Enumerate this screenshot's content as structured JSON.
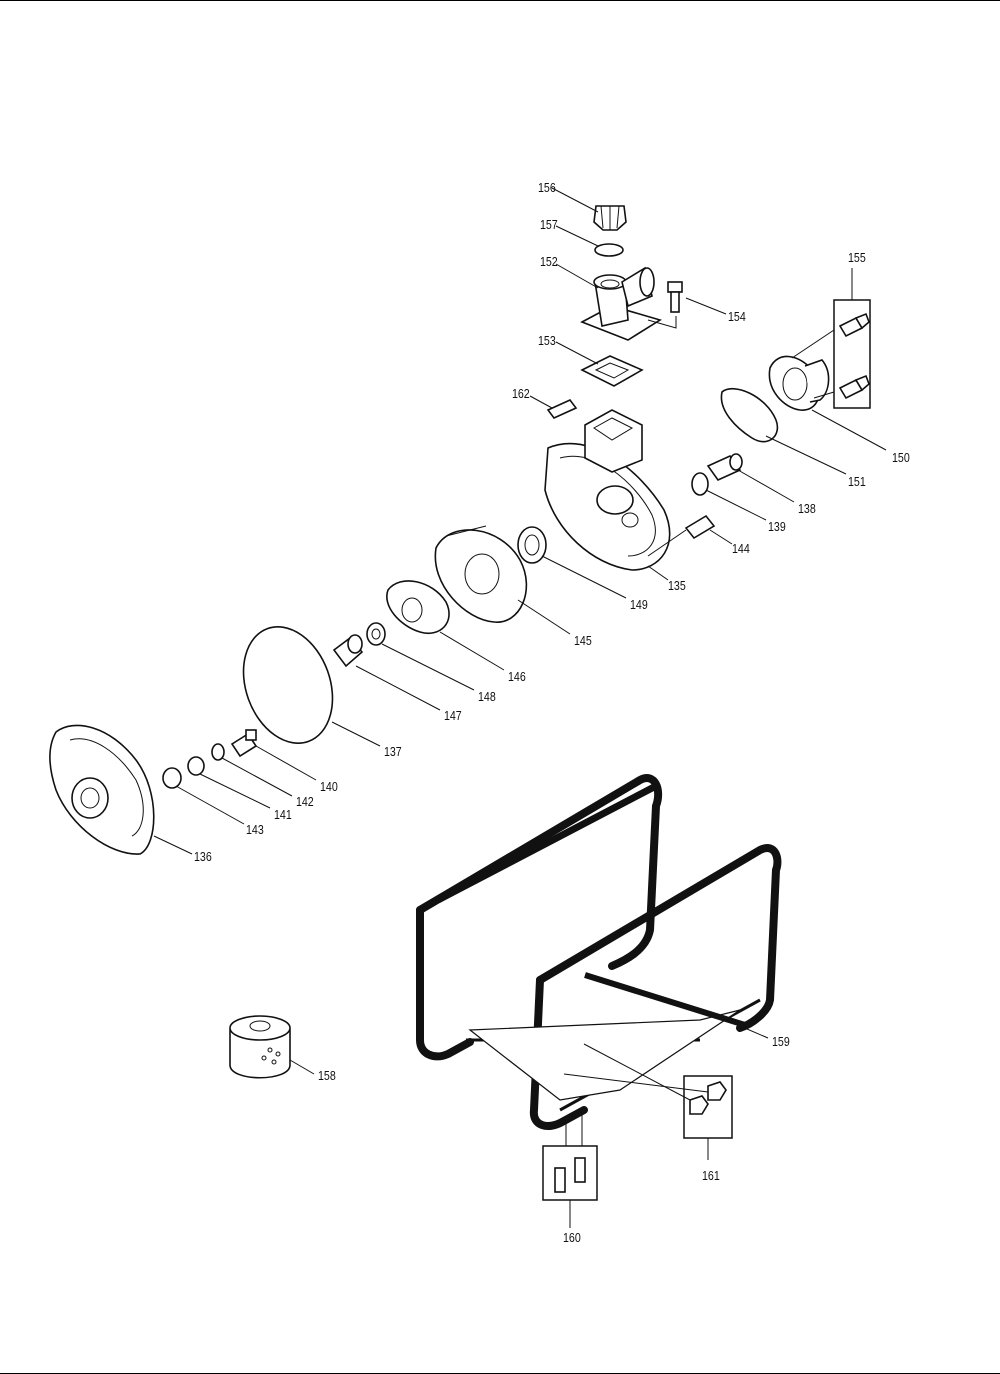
{
  "diagram": {
    "callouts": [
      "156",
      "157",
      "152",
      "154",
      "153",
      "162",
      "155",
      "150",
      "151",
      "138",
      "139",
      "144",
      "135",
      "149",
      "145",
      "146",
      "148",
      "147",
      "137",
      "140",
      "142",
      "141",
      "143",
      "136",
      "158",
      "159",
      "161",
      "160"
    ]
  }
}
